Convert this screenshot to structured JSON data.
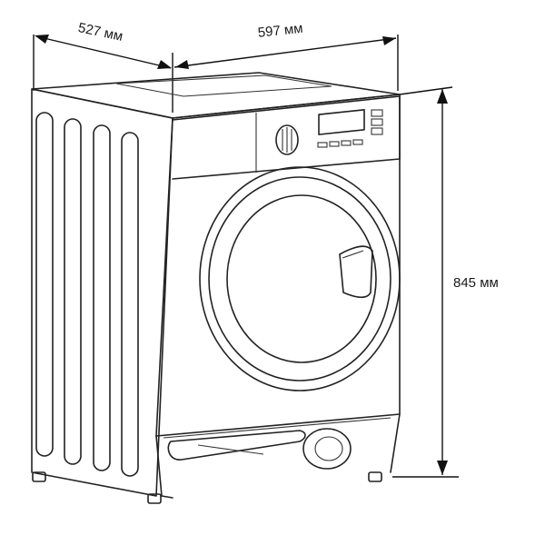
{
  "dimensions": {
    "depth": "527 мм",
    "width": "597 мм",
    "height": "845 мм"
  },
  "colors": {
    "line": "#222222",
    "background": "#ffffff"
  }
}
